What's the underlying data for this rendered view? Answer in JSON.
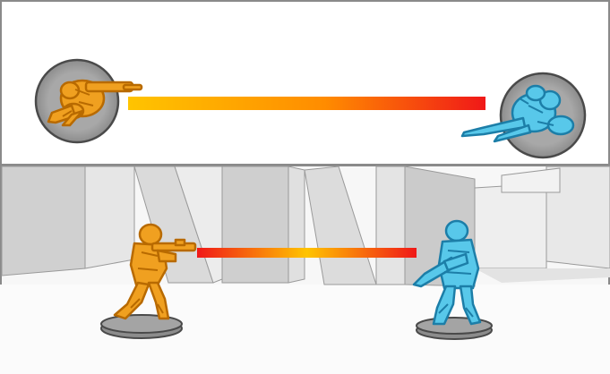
{
  "colors": {
    "frame_border": "#8a8a8a",
    "panel_bg": "#ffffff",
    "base_fill": "#8c8c8c",
    "base_edge": "#5a5a5a",
    "orange_figure": "#f0a020",
    "orange_shadow": "#b86a00",
    "blue_figure": "#58c8ea",
    "blue_shadow": "#1c7ea8",
    "beam_start": "#ffc400",
    "beam_mid": "#ff8c00",
    "beam_end": "#f01818",
    "wall_light": "#e2e2e2",
    "wall_mid": "#d2d2d2",
    "wall_dark": "#c4c4c4",
    "floor": "#f7f7f7"
  },
  "panels": {
    "top": {
      "view": "top-down",
      "figures": [
        "orange-soldier",
        "blue-soldier"
      ]
    },
    "bottom": {
      "view": "side",
      "figures": [
        "orange-soldier",
        "blue-soldier"
      ]
    }
  }
}
